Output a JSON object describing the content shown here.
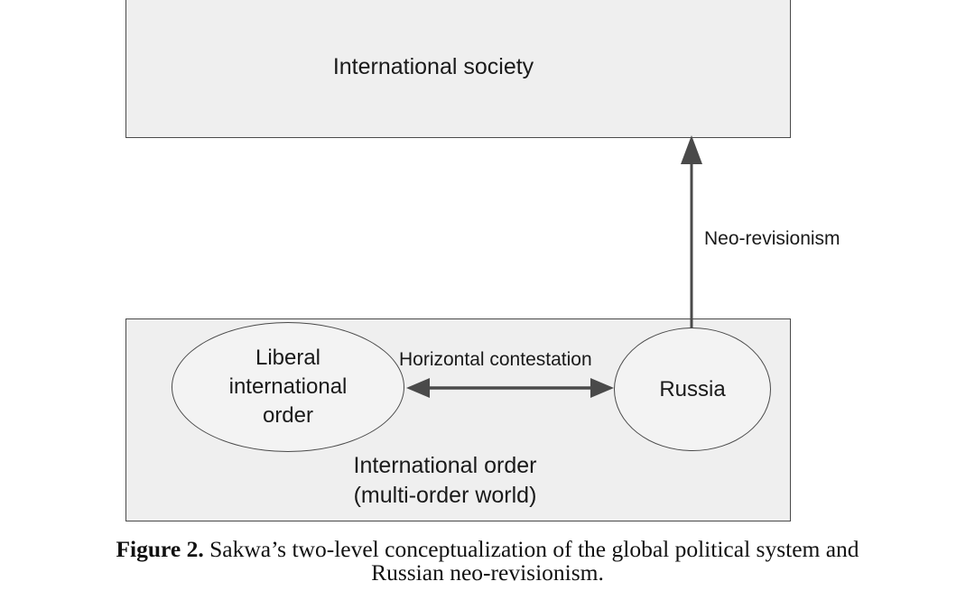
{
  "diagram": {
    "top_box_label": "International society",
    "liberal_order_label": "Liberal\ninternational\norder",
    "russia_label": "Russia",
    "contestation_label": "Horizontal contestation",
    "neo_revisionism_label": "Neo-revisionism",
    "international_order_label": "International order\n(multi-order world)"
  },
  "caption": {
    "label": "Figure 2.",
    "line1": "Sakwa’s two-level conceptualization of the global political system and",
    "line2": "Russian neo-revisionism."
  },
  "colors": {
    "box_fill": "#efefef",
    "stroke": "#4a4a4a",
    "arrow": "#4a4a4a"
  }
}
